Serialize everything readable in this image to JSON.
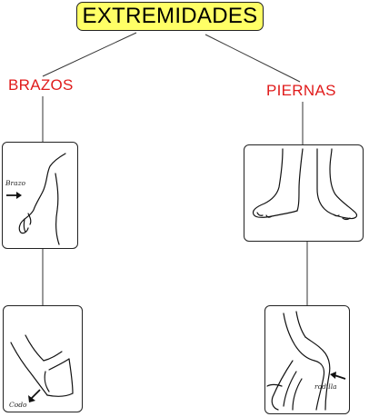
{
  "diagram": {
    "root": {
      "label": "EXTREMIDADES"
    },
    "branches": [
      {
        "label": "BRAZOS",
        "color": "#e01b1b"
      },
      {
        "label": "PIERNAS",
        "color": "#e01b1b"
      }
    ],
    "images": [
      {
        "kind": "arm-drawing",
        "caption": "Brazo"
      },
      {
        "kind": "elbow-drawing",
        "caption": "Codo"
      },
      {
        "kind": "feet-legs-drawing"
      },
      {
        "kind": "knee-drawing",
        "caption": "rodilla"
      }
    ],
    "root_fill": "#ffff66"
  }
}
